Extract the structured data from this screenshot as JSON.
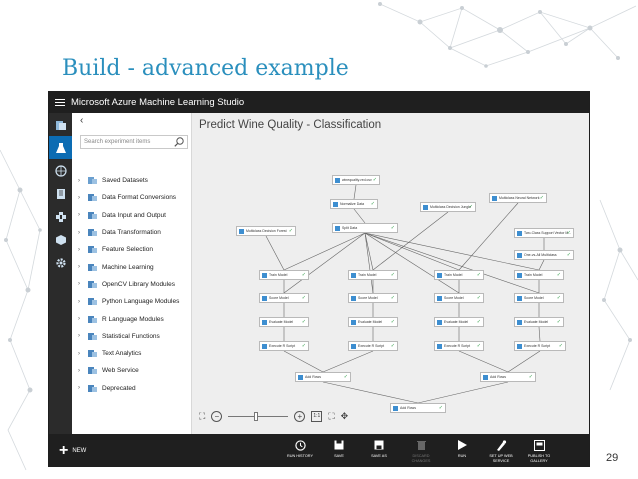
{
  "slide": {
    "title": "Build - advanced example",
    "page_number": "29"
  },
  "app": {
    "title": "Microsoft Azure Machine Learning Studio"
  },
  "palette": {
    "search_placeholder": "Search experiment items",
    "items": [
      {
        "label": "Saved Datasets",
        "icon": "database-icon"
      },
      {
        "label": "Data Format Conversions",
        "icon": "conversion-icon"
      },
      {
        "label": "Data Input and Output",
        "icon": "input-output-icon"
      },
      {
        "label": "Data Transformation",
        "icon": "transform-icon"
      },
      {
        "label": "Feature Selection",
        "icon": "magnifier-icon"
      },
      {
        "label": "Machine Learning",
        "icon": "learning-icon"
      },
      {
        "label": "OpenCV Library Modules",
        "icon": "opencv-icon"
      },
      {
        "label": "Python Language Modules",
        "icon": "python-icon"
      },
      {
        "label": "R Language Modules",
        "icon": "r-icon"
      },
      {
        "label": "Statistical Functions",
        "icon": "sigma-icon"
      },
      {
        "label": "Text Analytics",
        "icon": "text-icon"
      },
      {
        "label": "Web Service",
        "icon": "globe-icon"
      },
      {
        "label": "Deprecated",
        "icon": "deprecated-icon"
      }
    ]
  },
  "canvas": {
    "experiment_title": "Predict Wine Quality - Classification",
    "nodes": [
      "winequality-red.csv",
      "Normalize Data",
      "Multiclass Decision Jungle",
      "Multiclass Neural Network",
      "Multiclass Decision Forest",
      "Split Data",
      "Two-Class Support Vector M...",
      "One-vs-All Multiclass",
      "Train Model",
      "Train Model",
      "Train Model",
      "Train Model",
      "Score Model",
      "Score Model",
      "Score Model",
      "Score Model",
      "Evaluate Model",
      "Evaluate Model",
      "Evaluate Model",
      "Evaluate Model",
      "Execute R Script",
      "Execute R Script",
      "Execute R Script",
      "Execute R Script",
      "Add Rows",
      "Add Rows",
      "Add Rows"
    ],
    "zoom_actual": "1:1"
  },
  "bottombar": {
    "new_label": "NEW",
    "commands": [
      {
        "label": "RUN HISTORY",
        "icon": "clock-icon",
        "enabled": true
      },
      {
        "label": "SAVE",
        "icon": "save-icon",
        "enabled": true
      },
      {
        "label": "SAVE AS",
        "icon": "save-as-icon",
        "enabled": true
      },
      {
        "label": "DISCARD CHANGES",
        "icon": "trash-icon",
        "enabled": false
      },
      {
        "label": "RUN",
        "icon": "play-icon",
        "enabled": true
      },
      {
        "label": "SET UP WEB SERVICE",
        "icon": "web-service-icon",
        "enabled": true
      },
      {
        "label": "PUBLISH TO GALLERY",
        "icon": "gallery-icon",
        "enabled": true
      }
    ]
  },
  "colors": {
    "title": "#2a8fbd",
    "accent": "#0c6cb3",
    "chrome": "#1f1f1f",
    "check": "#2e9c46"
  }
}
